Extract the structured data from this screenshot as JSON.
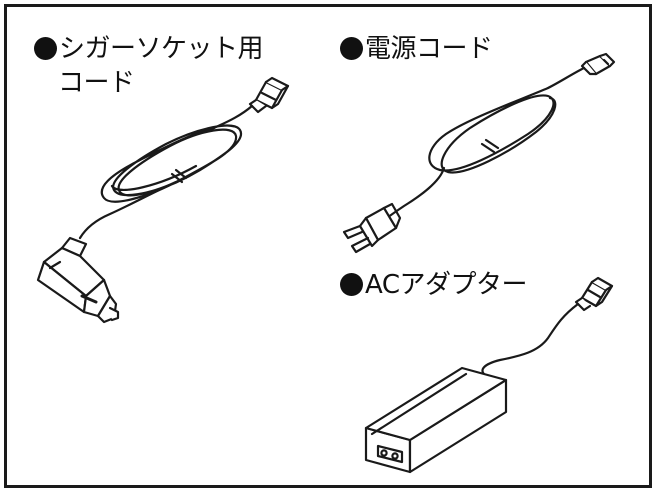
{
  "items": [
    {
      "label_line1": "シガーソケット用",
      "label_line2": "コード"
    },
    {
      "label_line1": "電源コード"
    },
    {
      "label_line1": "ACアダプター"
    }
  ],
  "colors": {
    "line": "#1a1a1a",
    "background": "#ffffff"
  },
  "icons": [
    "cigarette-socket-cord-illustration",
    "power-cord-illustration",
    "ac-adapter-illustration"
  ]
}
